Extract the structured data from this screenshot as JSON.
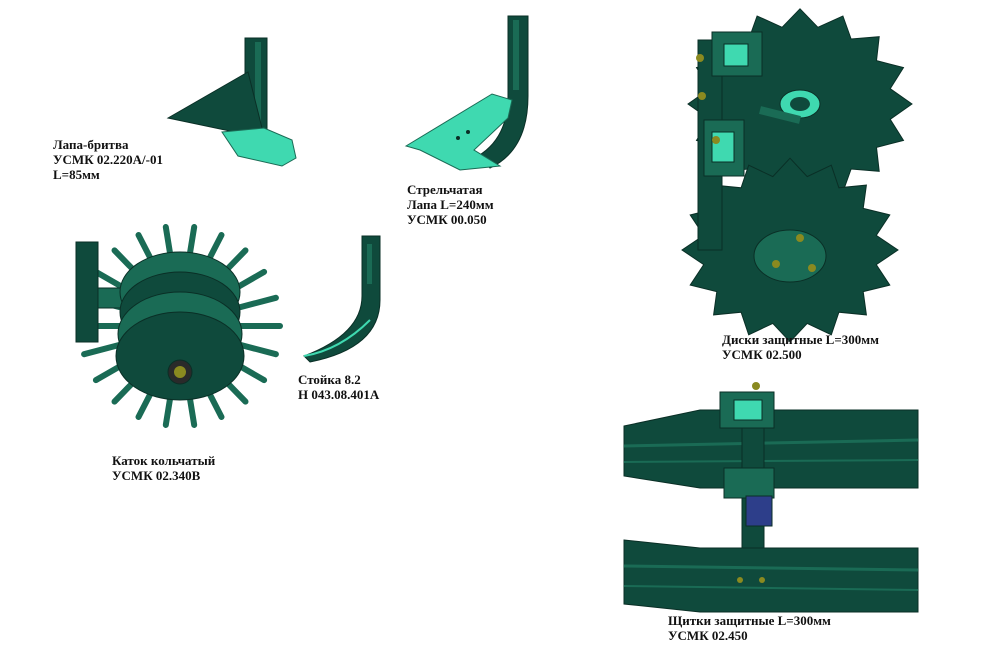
{
  "colors": {
    "dark_green": "#0f4a3c",
    "mid_green": "#1a6b55",
    "light_teal": "#3fd9b0",
    "outline": "#0a2f26",
    "blue": "#2d3e8a",
    "bolt": "#8a8a20"
  },
  "parts": [
    {
      "id": "lapa-britva",
      "icon": "razor-sweep-icon",
      "lines": [
        "Лапа-бритва",
        "УСМК 02.220А/-01",
        "L=85мм"
      ]
    },
    {
      "id": "strelchataya",
      "icon": "arrow-sweep-icon",
      "lines": [
        "Стрельчатая",
        "Лапа L=240мм",
        "УСМК 00.050"
      ]
    },
    {
      "id": "diski",
      "icon": "protective-discs-icon",
      "lines": [
        "Диски защитные L=300мм",
        "УСМК 02.500"
      ]
    },
    {
      "id": "katok",
      "icon": "ring-roller-icon",
      "lines": [
        "Каток кольчатый",
        "УСМК 02.340В"
      ]
    },
    {
      "id": "stoyka",
      "icon": "shank-icon",
      "lines": [
        "Стойка 8.2",
        "Н 043.08.401А"
      ]
    },
    {
      "id": "shchitki",
      "icon": "protective-shields-icon",
      "lines": [
        "Щитки защитные L=300мм",
        "УСМК 02.450"
      ]
    }
  ]
}
